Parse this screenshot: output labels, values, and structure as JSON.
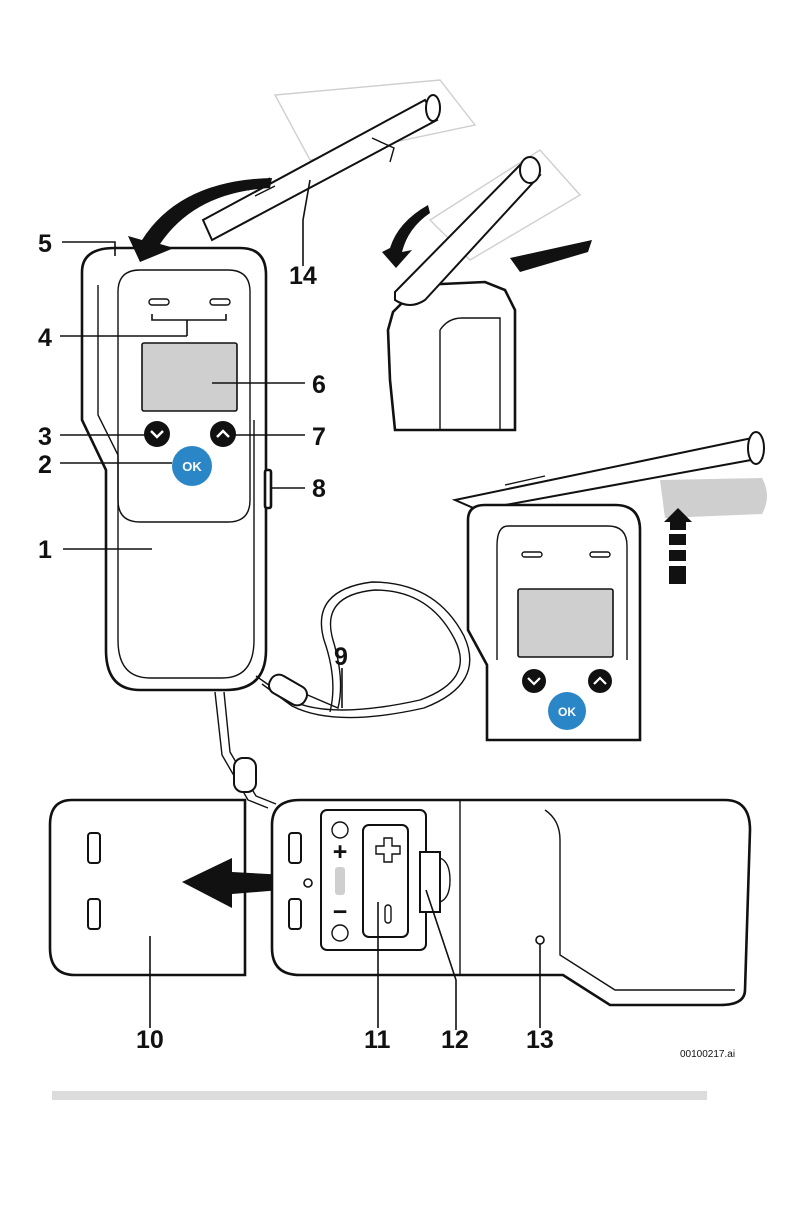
{
  "callouts": {
    "c1": "1",
    "c2": "2",
    "c3": "3",
    "c4": "4",
    "c5": "5",
    "c6": "6",
    "c7": "7",
    "c8": "8",
    "c9": "9",
    "c10": "10",
    "c11": "11",
    "c12": "12",
    "c13": "13",
    "c14": "14"
  },
  "ok_label": "OK",
  "battery_plus": "+",
  "battery_minus": "−",
  "file_reference": "00100217.ai",
  "colors": {
    "ok_button": "#2b86c7",
    "screen": "#cfcfcf",
    "footer_bar": "#dcdcdc",
    "ink": "#111111"
  }
}
